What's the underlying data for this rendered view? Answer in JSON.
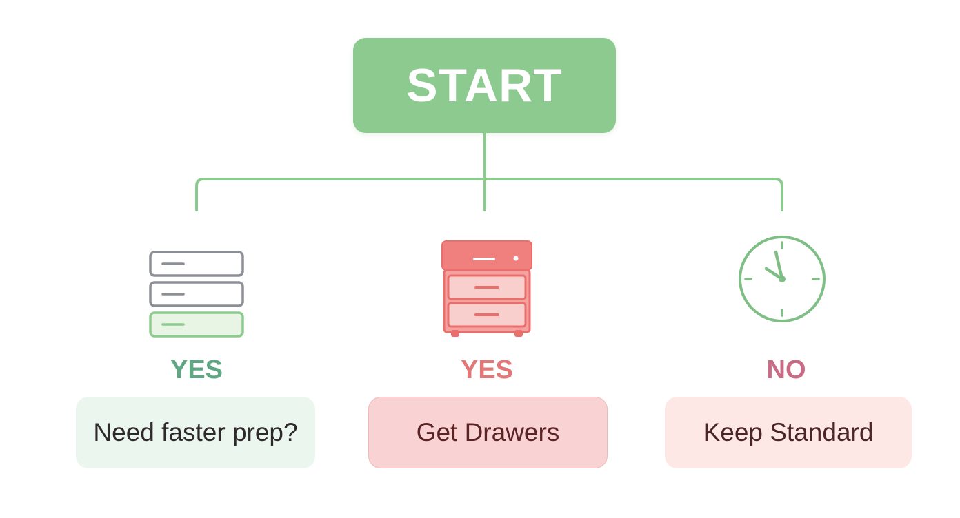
{
  "start": {
    "label": "START"
  },
  "branches": [
    {
      "icon": "stacked-trays-icon",
      "answer": "YES",
      "outcome": "Need faster prep?",
      "color": "#5fa783"
    },
    {
      "icon": "drawer-cabinet-icon",
      "answer": "YES",
      "outcome": "Get Drawers",
      "color": "#e27777"
    },
    {
      "icon": "clock-icon",
      "answer": "NO",
      "outcome": "Keep Standard",
      "color": "#c86b85"
    }
  ],
  "colors": {
    "start_fill": "#8dca8f",
    "connector": "#8dca8f",
    "left_box": "#ebf6ee",
    "mid_box": "#f9d3d3",
    "right_box": "#fde8e6"
  }
}
